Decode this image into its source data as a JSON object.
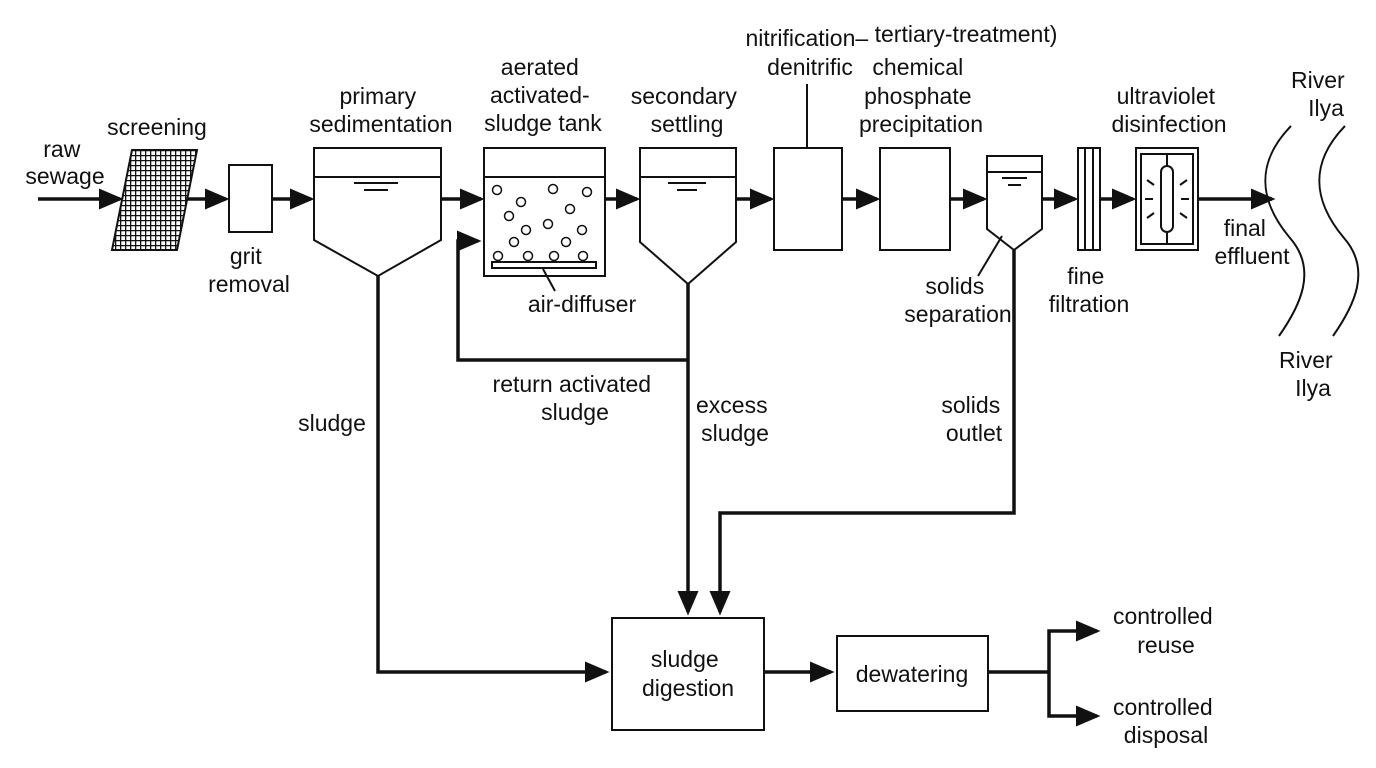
{
  "labels": {
    "raw_sewage": [
      "raw",
      "sewage"
    ],
    "screening": "screening",
    "grit_removal": [
      "grit",
      "removal"
    ],
    "primary_sedimentation": [
      "primary",
      "sedimentation"
    ],
    "aerated_tank": [
      "aerated",
      "activated-",
      "sludge tank"
    ],
    "air_diffuser": "air-diffuser",
    "secondary_settling": [
      "secondary",
      "settling"
    ],
    "nitrification": [
      "nitrification–",
      "denitrific"
    ],
    "tertiary_treatment": "tertiary-treatment)",
    "chemical_phosphate": [
      "chemical",
      "phosphate",
      "precipitation"
    ],
    "solids_separation": [
      "solids",
      "separation"
    ],
    "fine_filtration": [
      "fine",
      "filtration"
    ],
    "uv_disinfection": [
      "ultraviolet",
      "disinfection"
    ],
    "final_effluent": [
      "final",
      "effluent"
    ],
    "river_top": [
      "River",
      "Ilya"
    ],
    "river_bottom": [
      "River",
      "Ilya"
    ],
    "sludge": "sludge",
    "return_activated_sludge": [
      "return activated",
      "sludge"
    ],
    "excess_sludge": [
      "excess",
      "sludge"
    ],
    "solids_outlet": [
      "solids",
      "outlet"
    ],
    "sludge_digestion": [
      "sludge",
      "digestion"
    ],
    "dewatering": "dewatering",
    "controlled_reuse": [
      "controlled",
      "reuse"
    ],
    "controlled_disposal": [
      "controlled",
      "disposal"
    ]
  },
  "colors": {
    "ink": "#111111",
    "background": "#ffffff"
  }
}
